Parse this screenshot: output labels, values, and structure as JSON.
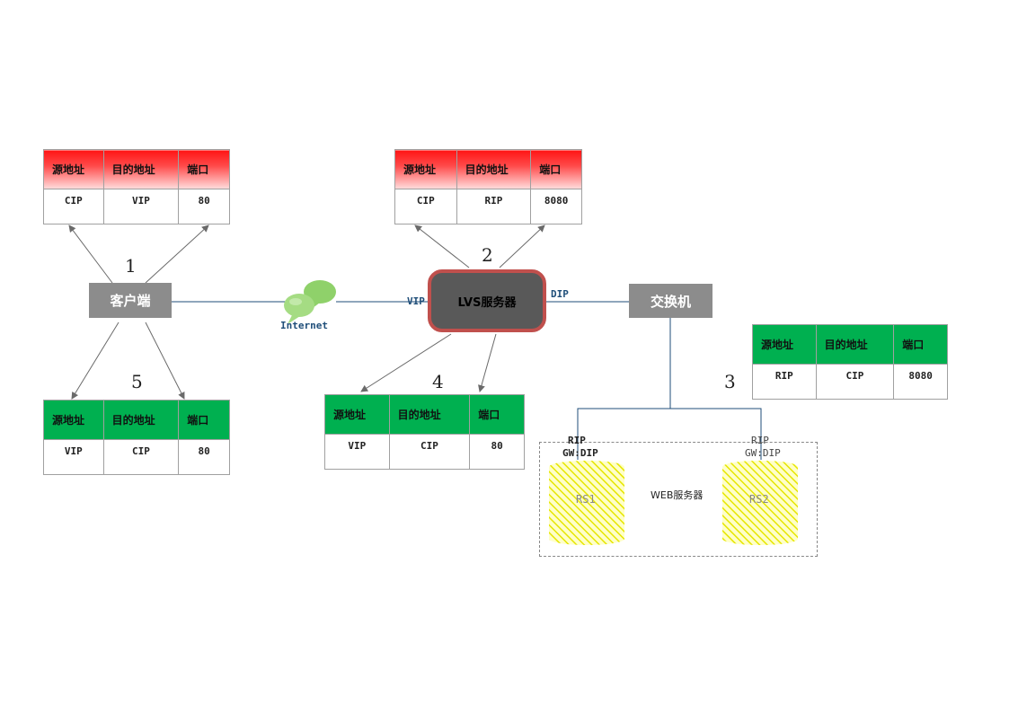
{
  "headers": [
    "源地址",
    "目的地址",
    "端口"
  ],
  "tables": {
    "t1": [
      "CIP",
      "VIP",
      "80"
    ],
    "t2": [
      "CIP",
      "RIP",
      "8080"
    ],
    "t3": [
      "RIP",
      "CIP",
      "8080"
    ],
    "t4": [
      "VIP",
      "CIP",
      "80"
    ],
    "t5": [
      "VIP",
      "CIP",
      "80"
    ]
  },
  "nodes": {
    "client": "客户端",
    "lvs": "LVS服务器",
    "switch": "交换机",
    "internet": "Internet",
    "web": "WEB服务器",
    "rs1": "RS1",
    "rs2": "RS2"
  },
  "labels": {
    "vip": "VIP",
    "dip": "DIP",
    "rip": "RIP",
    "gw": "GW:DIP"
  },
  "steps": [
    "1",
    "2",
    "3",
    "4",
    "5"
  ],
  "colors": {
    "red_header": "#ff1414",
    "green_header": "#00b050",
    "node_gray": "#8c8c8c",
    "lvs_fill": "#595959",
    "lvs_border": "#c0504d",
    "cylinder": "#ffff66"
  }
}
